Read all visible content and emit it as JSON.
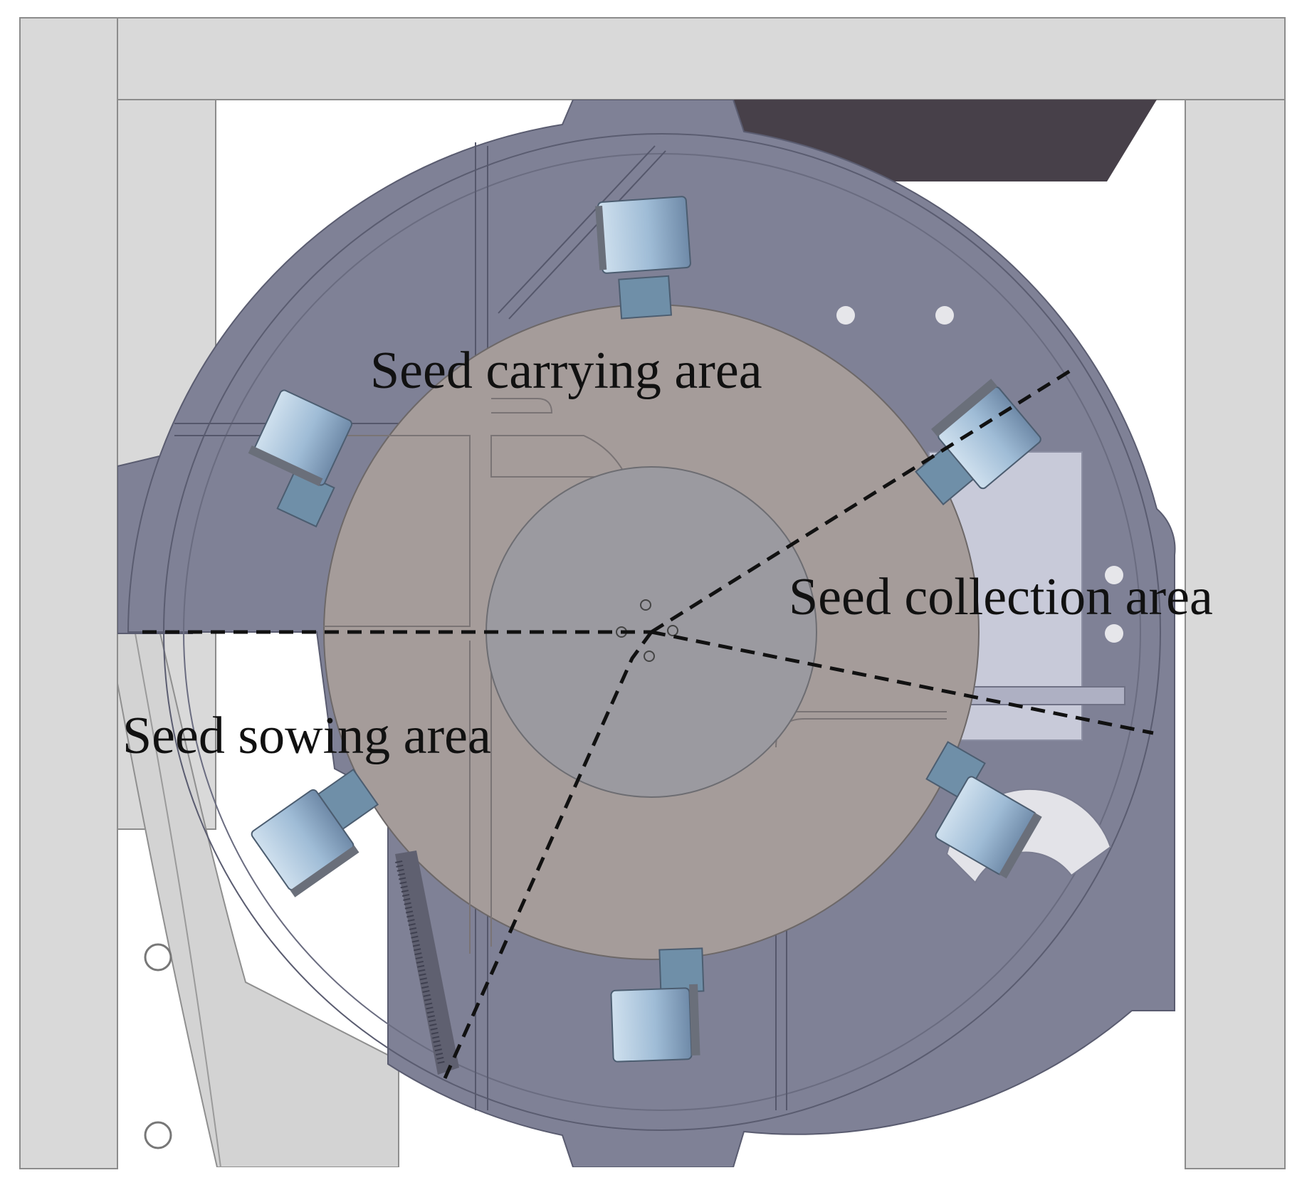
{
  "labels": {
    "seed_carrying": "Seed carrying area",
    "seed_collection": "Seed collection area",
    "seed_sowing": "Seed sowing area"
  },
  "colors": {
    "frame": "#d9d9d9",
    "housing": "#7f8196",
    "housing_outline": "#5a5c70",
    "seed_disc": "#a59c9a",
    "hub": "#9b9aa0",
    "top_bracket": "#474049",
    "camera_body": "#a9c6de",
    "camera_mount": "#6f8fa8",
    "collection_box": "#c8cad9",
    "chute": "#d3d3d3",
    "divider_line": "#111111"
  }
}
